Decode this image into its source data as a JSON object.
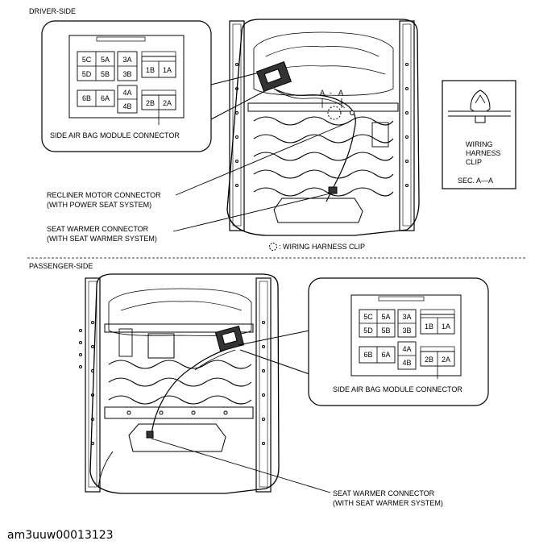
{
  "driver_side": {
    "title": "DRIVER-SIDE",
    "connector_pins": {
      "col1": [
        "5C",
        "5A",
        "5D",
        "5B"
      ],
      "col2": [
        "3A",
        "3B"
      ],
      "col3": [
        "1B",
        "1A"
      ],
      "col4": [
        "6B",
        "6A"
      ],
      "col5": [
        "4A",
        "4B"
      ],
      "col6": [
        "2B",
        "2A"
      ]
    },
    "connector_label": "SIDE AIR BAG MODULE CONNECTOR",
    "recliner_label_1": "RECLINER MOTOR CONNECTOR",
    "recliner_label_2": "(WITH POWER SEAT SYSTEM)",
    "warmer_label_1": "SEAT WARMER CONNECTOR",
    "warmer_label_2": "(WITH SEAT WARMER SYSTEM)",
    "clip_legend": ": WIRING HARNESS CLIP",
    "section_marker": "A",
    "section_marker_dash": "-",
    "section_marker_b": "A",
    "clip_box": {
      "line1": "WIRING",
      "line2": "HARNESS",
      "line3": "CLIP",
      "section": "SEC. A—A"
    }
  },
  "passenger_side": {
    "title": "PASSENGER-SIDE",
    "connector_pins": {
      "col1": [
        "5C",
        "5A",
        "5D",
        "5B"
      ],
      "col2": [
        "3A",
        "3B"
      ],
      "col3": [
        "1B",
        "1A"
      ],
      "col4": [
        "6B",
        "6A"
      ],
      "col5": [
        "4A",
        "4B"
      ],
      "col6": [
        "2B",
        "2A"
      ]
    },
    "connector_label": "SIDE AIR BAG MODULE CONNECTOR",
    "warmer_label_1": "SEAT WARMER CONNECTOR",
    "warmer_label_2": "(WITH SEAT WARMER SYSTEM)"
  },
  "figure_code": "am3uuw00013123"
}
